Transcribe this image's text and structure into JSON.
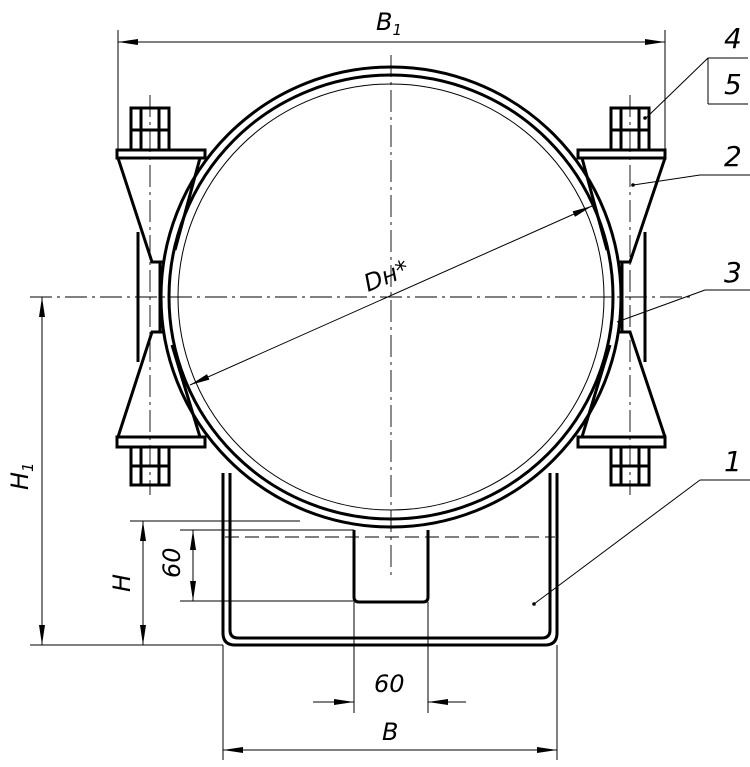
{
  "dimensions": {
    "overall_width": "B",
    "overall_width_sub": "1",
    "overall_height": "H",
    "overall_height_sub": "1",
    "support_height": "H",
    "block_height": "60",
    "block_width": "60",
    "cradle_width": "B",
    "pipe_diameter": "Dн*"
  },
  "part_callouts": [
    "4",
    "5",
    "2",
    "3",
    "1"
  ]
}
